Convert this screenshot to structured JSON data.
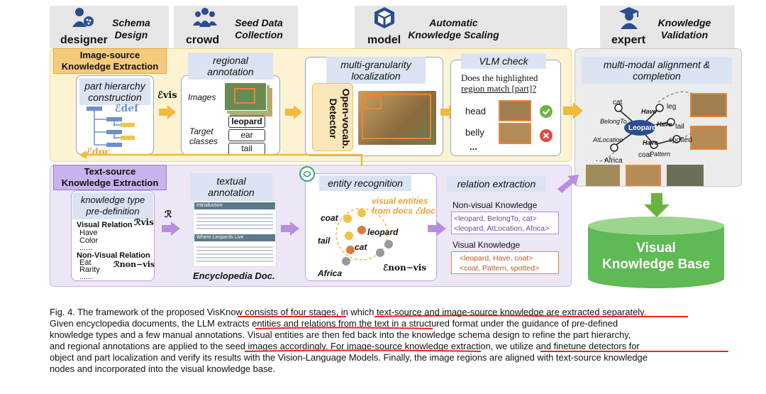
{
  "stages": [
    {
      "role": "designer",
      "title": "Schema\nDesign",
      "icon": "designer-icon"
    },
    {
      "role": "crowd",
      "title": "Seed Data\nCollection",
      "icon": "crowd-icon"
    },
    {
      "role": "model",
      "title": "Automatic\nKnowledge Scaling",
      "icon": "model-icon"
    },
    {
      "role": "expert",
      "title": "Knowledge\nValidation",
      "icon": "expert-icon"
    }
  ],
  "image_source": {
    "title": "Image-source\nKnowledge Extraction",
    "part_hierarchy": {
      "label": "part hierarchy\nconstruction",
      "e_def": "ℰdef",
      "e_doc": "ℰdoc"
    },
    "e_vis": "ℰvis",
    "regional": {
      "label": "regional\nannotation",
      "images": "Images",
      "target": "Target\nclasses",
      "classes": [
        "leopard",
        "ear",
        "tail"
      ]
    },
    "localization": {
      "label": "multi-granularity\nlocalization",
      "detector": "Open-vocab.\nDetector"
    },
    "vlm": {
      "label": "VLM check",
      "question_line1": "Does the highlighted",
      "question_line2": "region match [part]?",
      "rows": [
        "head",
        "belly",
        "..."
      ]
    }
  },
  "validation": {
    "label": "multi-modal alignment &\ncompletion",
    "graph": {
      "center": "Leopard",
      "nodes": [
        "cat",
        "leg",
        "tail",
        "spotted",
        "coat",
        "Africa"
      ],
      "edges": [
        "BelongTo",
        "Have",
        "Have",
        "AtLocation",
        "Have",
        "Pattern"
      ]
    }
  },
  "text_source": {
    "title": "Text-source\nKnowledge Extraction",
    "type_def": {
      "label": "knowledge type\npre-definition",
      "visual_relation": "Visual Relation",
      "r_vis": "ℛvis",
      "visual_items": [
        "Have",
        "Color",
        "......"
      ],
      "nonvisual_relation": "Non-Visual Relation",
      "r_nonvis": "ℛnon−vis",
      "nonvisual_items": [
        "Eat",
        "Rarity",
        "......"
      ]
    },
    "r_symbol": "ℛ",
    "textual": {
      "label": "textual\nannotation",
      "doc_caption": "Encyclopedia Doc.",
      "doc_h1": "Introduction",
      "doc_h2": "Where Leopards Live"
    },
    "entity": {
      "label": "entity recognition",
      "visual_note": "visual entities\nfrom docs ℰdoc",
      "nodes": [
        "coat",
        "leopard",
        "tail",
        "cat",
        "Africa"
      ],
      "e_nonvis": "ℰnon−vis"
    },
    "relation": {
      "label": "relation extraction",
      "nonvisual_title": "Non-visual Knowledge",
      "nonvisual_items": [
        "<leopard, BelongTo, cat>",
        "<leopard, AtLocation, Africa>"
      ],
      "visual_title": "Visual Knowledge",
      "visual_items": [
        "<leopard, Have, coat>",
        "<coat, Pattern, spotted>"
      ]
    }
  },
  "kb": {
    "label": "Visual\nKnowledge Base"
  },
  "caption": [
    "Fig. 4. The framework of the proposed VisKnow consists of four stages, in which text-source and image-source knowledge are extracted separately.",
    "Given encyclopedia documents, the LLM extracts entities and relations from the text in a structured format under the guidance of pre-defined",
    "knowledge types and a few manual annotations. Visual entities are then fed back into the knowledge schema design to refine the part hierarchy,",
    "and regional annotations are applied to the seed images accordingly. For image-source knowledge extraction, we utilize and finetune detectors for",
    "object and part localization and verify its results with the Vision-Language Models. Finally, the image regions are aligned with text-source knowledge",
    "nodes and incorporated into the visual knowledge base."
  ],
  "colors": {
    "yellow_panel": "#fdf3d3",
    "purple_panel": "#ece6f6",
    "gray_panel": "#ececec",
    "orange": "#e8a33a",
    "purple": "#b58ee0",
    "green": "#6cb33e",
    "kb": "#63bd5a"
  }
}
